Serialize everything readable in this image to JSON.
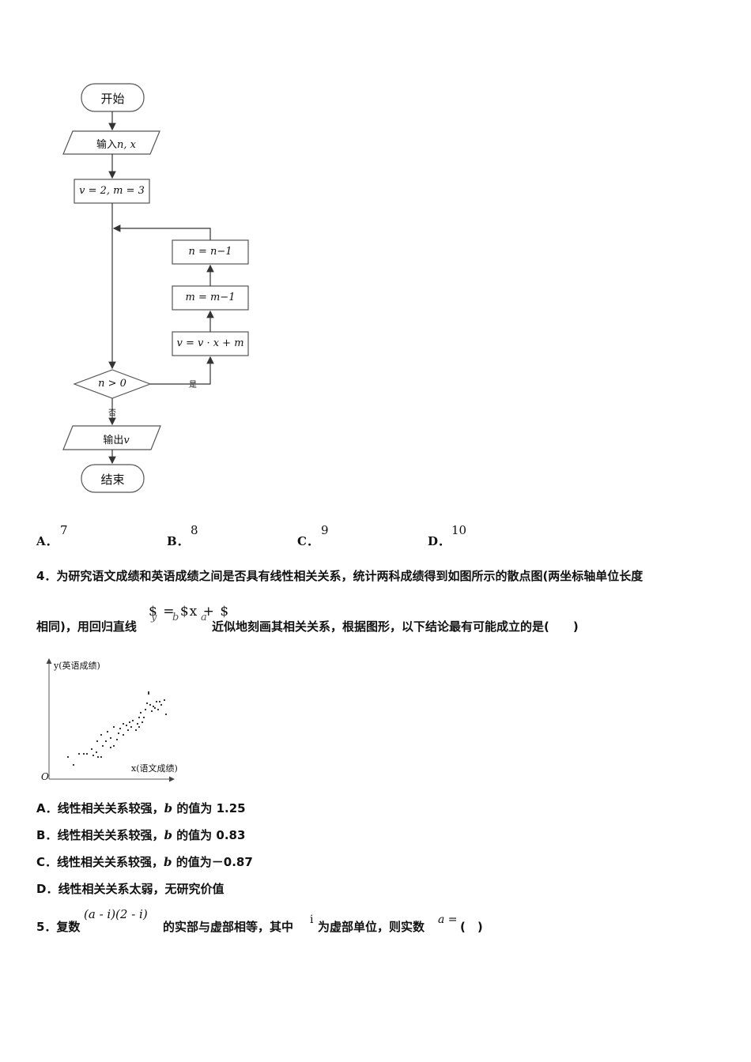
{
  "flowchart": {
    "start": "开始",
    "input_prefix": "输入",
    "input_vars": "n, x",
    "init": "v = 2, m = 3",
    "step_n": "n = n−1",
    "step_m": "m = m−1",
    "step_v": "v = v · x + m",
    "condition": "n > 0",
    "yes": "是",
    "no": "否",
    "output_prefix": "输出",
    "output_var": "v",
    "end": "结束"
  },
  "q3_options": [
    {
      "letter": "A．",
      "value": "7"
    },
    {
      "letter": "B．",
      "value": "8"
    },
    {
      "letter": "C．",
      "value": "9"
    },
    {
      "letter": "D．",
      "value": "10"
    }
  ],
  "q4": {
    "line1": "4．为研究语文成绩和英语成绩之间是否具有线性相关关系，统计两科成绩得到如图所示的散点图(两坐标轴单位长度",
    "line2_prefix": "相同)，用回归直线",
    "formula": "$ = $x + $",
    "formula_lhs": "y",
    "formula_b": "b",
    "formula_a": "a",
    "line2_suffix": "近似地刻画其相关关系，根据图形，以下结论最有可能成立的是(　　)",
    "scatter": {
      "y_label": "y(英语成绩)",
      "x_label": "x(语文成绩)",
      "origin": "O"
    },
    "options": [
      {
        "letter": "A．",
        "text": "线性相关关系较强，",
        "var": "b",
        "rest": " 的值为 1.25"
      },
      {
        "letter": "B．",
        "text": "线性相关关系较强，",
        "var": "b",
        "rest": " 的值为 0.83"
      },
      {
        "letter": "C．",
        "text": "线性相关关系较强，",
        "var": "b",
        "rest": " 的值为－0.87"
      },
      {
        "letter": "D．",
        "text": "线性相关关系太弱，无研究价值",
        "var": "",
        "rest": ""
      }
    ]
  },
  "q5": {
    "prefix": "5．复数",
    "expr": "(a - i)(2 - i)",
    "middle": "的实部与虚部相等，其中",
    "i": "i",
    "middle2": "为虚部单位，则实数",
    "a": "a =",
    "suffix": "(　)"
  }
}
